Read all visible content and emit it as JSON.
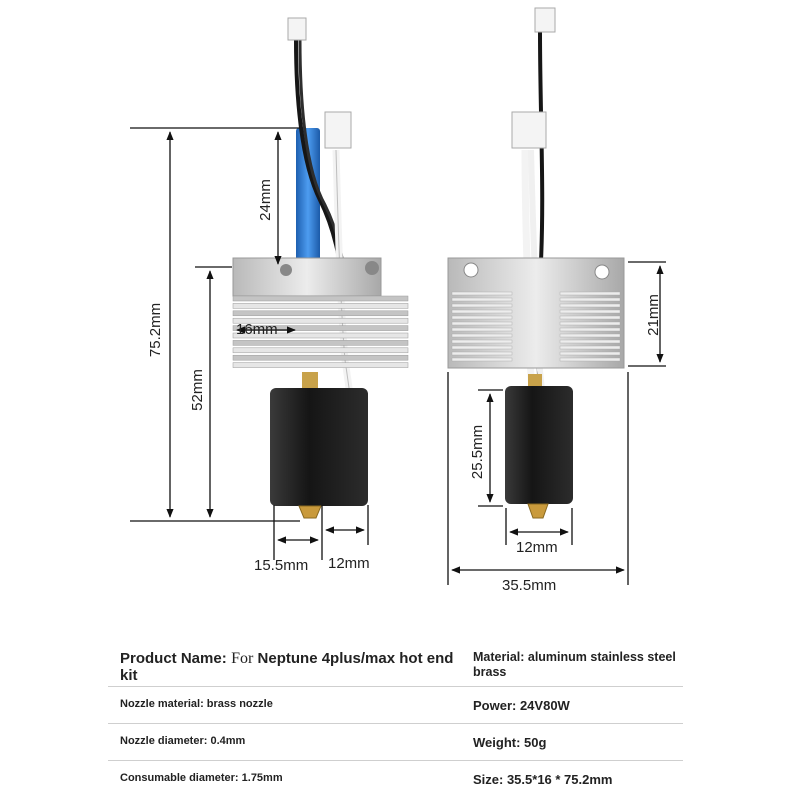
{
  "dimensions": {
    "total_height": "75.2mm",
    "upper_length": "24mm",
    "lower_height": "52mm",
    "heatsink_width": "16mm",
    "nozzle_offset": "15.5mm",
    "block_width_left": "12mm",
    "heatsink_height": "21mm",
    "block_height": "25.5mm",
    "block_width_right": "12mm",
    "overall_width": "35.5mm"
  },
  "specs": {
    "product_name_label": "Product Name:",
    "product_name_prefix": "For",
    "product_name_value": "Neptune 4plus/max hot end kit",
    "material": "Material: aluminum stainless steel brass",
    "nozzle_material": "Nozzle material: brass nozzle",
    "power": "Power: 24V80W",
    "nozzle_diameter": "Nozzle diameter: 0.4mm",
    "weight": "Weight: 50g",
    "consumable_diameter": "Consumable diameter: 1.75mm",
    "size": "Size: 35.5*16 * 75.2mm"
  },
  "colors": {
    "aluminum": "#d6d6d6",
    "aluminum_dark": "#a9a9a9",
    "heater_block": "#1c1c1c",
    "brass": "#c99a3c",
    "throat_blue": "#2a78d4",
    "dimension_line": "#111111"
  }
}
